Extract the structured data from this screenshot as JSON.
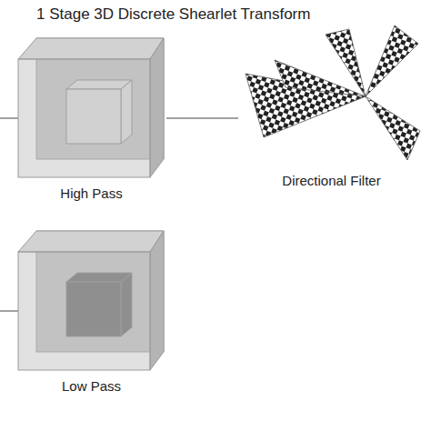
{
  "diagram": {
    "title": "1 Stage 3D Discrete Shearlet Transform",
    "nodes": [
      {
        "text": [
          "High Pass"
        ]
      },
      {
        "text": [
          "Directional Filter"
        ]
      },
      {
        "text": [
          "Low Pass"
        ]
      }
    ],
    "edges": [
      {
        "from": 0,
        "to": 1,
        "arrow": "none"
      }
    ]
  }
}
